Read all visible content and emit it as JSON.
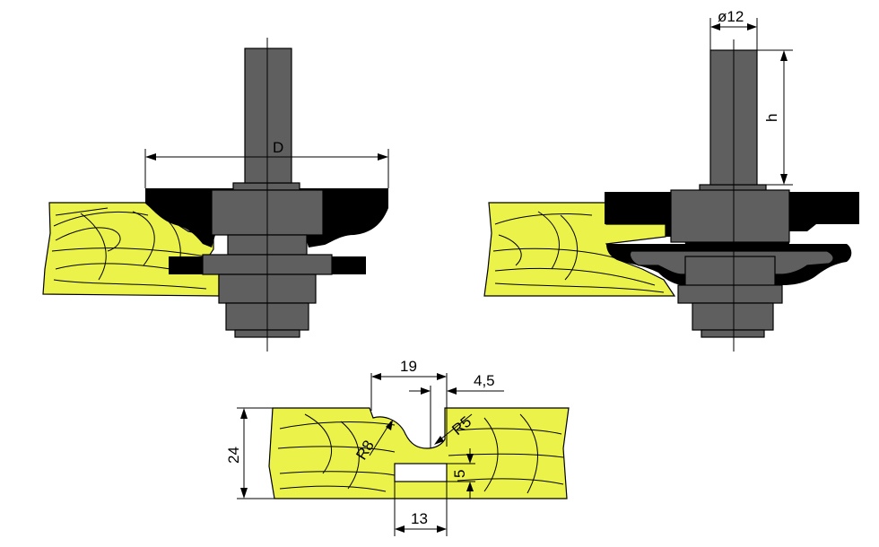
{
  "labels": {
    "d": "D",
    "shank_diameter": "ø12",
    "h": "h",
    "d19": "19",
    "d4_5": "4,5",
    "r5": "R5",
    "r8": "R8",
    "d24": "24",
    "d5": "5",
    "d13": "13"
  },
  "colors": {
    "wood": "#ebf249",
    "steel": "#5f5f5f",
    "blade": "#000000"
  }
}
